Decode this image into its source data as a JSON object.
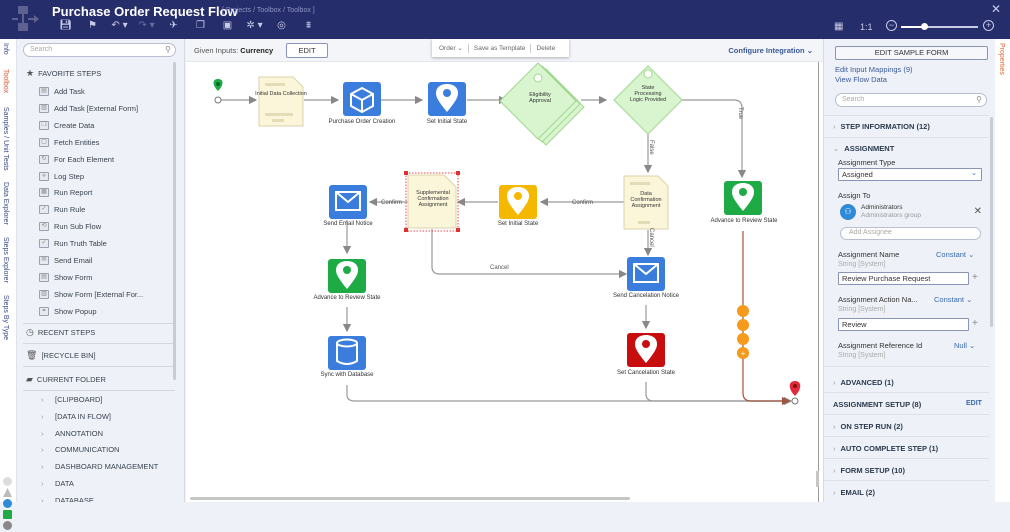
{
  "header": {
    "title": "Purchase Order Request Flow",
    "breadcrumb": "[ Projects / Toolbox / Toolbox ]",
    "toolbar_icons": [
      "save-icon",
      "flag-icon",
      "undo-icon",
      "redo-icon",
      "pin-icon",
      "copy-icon",
      "paste-icon",
      "debug-icon",
      "overlap-icon",
      "hierarchy-icon"
    ],
    "grid_icon": "▦",
    "ratio_label": "1:1",
    "zoom_level": 0.3,
    "close_icon": "✕"
  },
  "left_tabs": [
    "Info",
    "Toolbox",
    "Samples / Unit Tests",
    "Data Explorer",
    "Steps Explorer",
    "Steps By Type"
  ],
  "toolbox": {
    "search_placeholder": "Search",
    "favorite_title": "FAVORITE STEPS",
    "favorites": [
      "Add Task",
      "Add Task [External Form]",
      "Create Data",
      "Fetch Entities",
      "For Each Element",
      "Log Step",
      "Run Report",
      "Run Rule",
      "Run Sub Flow",
      "Run Truth Table",
      "Send Email",
      "Show Form",
      "Show Form [External For...",
      "Show Popup"
    ],
    "recent_title": "RECENT STEPS",
    "recycle_title": "[RECYCLE BIN]",
    "current_folder_title": "CURRENT FOLDER",
    "categories": [
      "[CLIPBOARD]",
      "[DATA IN FLOW]",
      "ANNOTATION",
      "COMMUNICATION",
      "DASHBOARD MANAGEMENT",
      "DATA",
      "DATABASE"
    ]
  },
  "canvas": {
    "given_inputs_label": "Given Inputs:",
    "given_inputs_value": "Currency",
    "edit_label": "EDIT",
    "context_menu": {
      "order": "Order ⌄",
      "save_template": "Save as Template",
      "delete": "Delete"
    },
    "configure_integration": "Configure Integration ⌄",
    "nodes": {
      "initial_data_collection": "Initial Data Collection",
      "purchase_order_creation": "Purchase Order Creation",
      "set_initial_state_1": "Set Initial State",
      "eligibility_approval": "Eligibility Approval",
      "state_processing": "State Processing Logic Provided",
      "data_confirmation": "Data Confirmation Assignment",
      "set_initial_state_2": "Set Initial State",
      "supplemental_confirmation": "Supplemental Confirmation Assignment",
      "send_email_notice": "Send Email Notice",
      "advance_review_1": "Advance to Review State",
      "advance_review_2": "Advance to Review State",
      "send_cancelation_notice": "Send Cancelation Notice",
      "sync_database": "Sync with Database",
      "set_cancelation_state": "Set Cancelation State"
    },
    "edges": {
      "true_label": "True",
      "false_label": "False",
      "confirm_1": "Confirm",
      "confirm_2": "Confirm",
      "cancel_1": "Cancel",
      "cancel_2": "Cancel"
    },
    "colors": {
      "blue": "#3b7ddd",
      "green": "#1eaa45",
      "yellow": "#f5b800",
      "red": "#c70d0d",
      "orange": "#f59a1b",
      "note": "#fbf6d9",
      "diamond": "#d9f5d0"
    }
  },
  "properties": {
    "tab_label": "Properties",
    "edit_sample_form": "EDIT SAMPLE FORM",
    "edit_input_mappings": "Edit Input Mappings (9)",
    "view_flow_data": "View Flow Data",
    "search_placeholder": "Search",
    "step_information": "STEP INFORMATION (12)",
    "assignment": "ASSIGNMENT",
    "assignment_type_label": "Assignment Type",
    "assignment_type_value": "Assigned",
    "assign_to_label": "Assign To",
    "assignee_name": "Administrators",
    "assignee_group": "Administrators group",
    "add_assignee_placeholder": "Add Assignee",
    "assignment_name_label": "Assignment Name",
    "assignment_name_mode": "Constant ⌄",
    "assignment_name_type": "String [System]",
    "assignment_name_value": "Review Purchase Request",
    "action_name_label": "Assignment Action Na...",
    "action_name_mode": "Constant ⌄",
    "action_name_type": "String [System]",
    "action_name_value": "Review",
    "reference_id_label": "Assignment Reference Id",
    "reference_id_mode": "Null ⌄",
    "reference_id_type": "String [System]",
    "advanced": "ADVANCED (1)",
    "assignment_setup": "ASSIGNMENT SETUP (8)",
    "assignment_setup_edit": "EDIT",
    "on_step_run": "ON STEP RUN (2)",
    "auto_complete": "AUTO COMPLETE STEP (1)",
    "form_setup": "FORM SETUP (10)",
    "email": "EMAIL (2)"
  }
}
